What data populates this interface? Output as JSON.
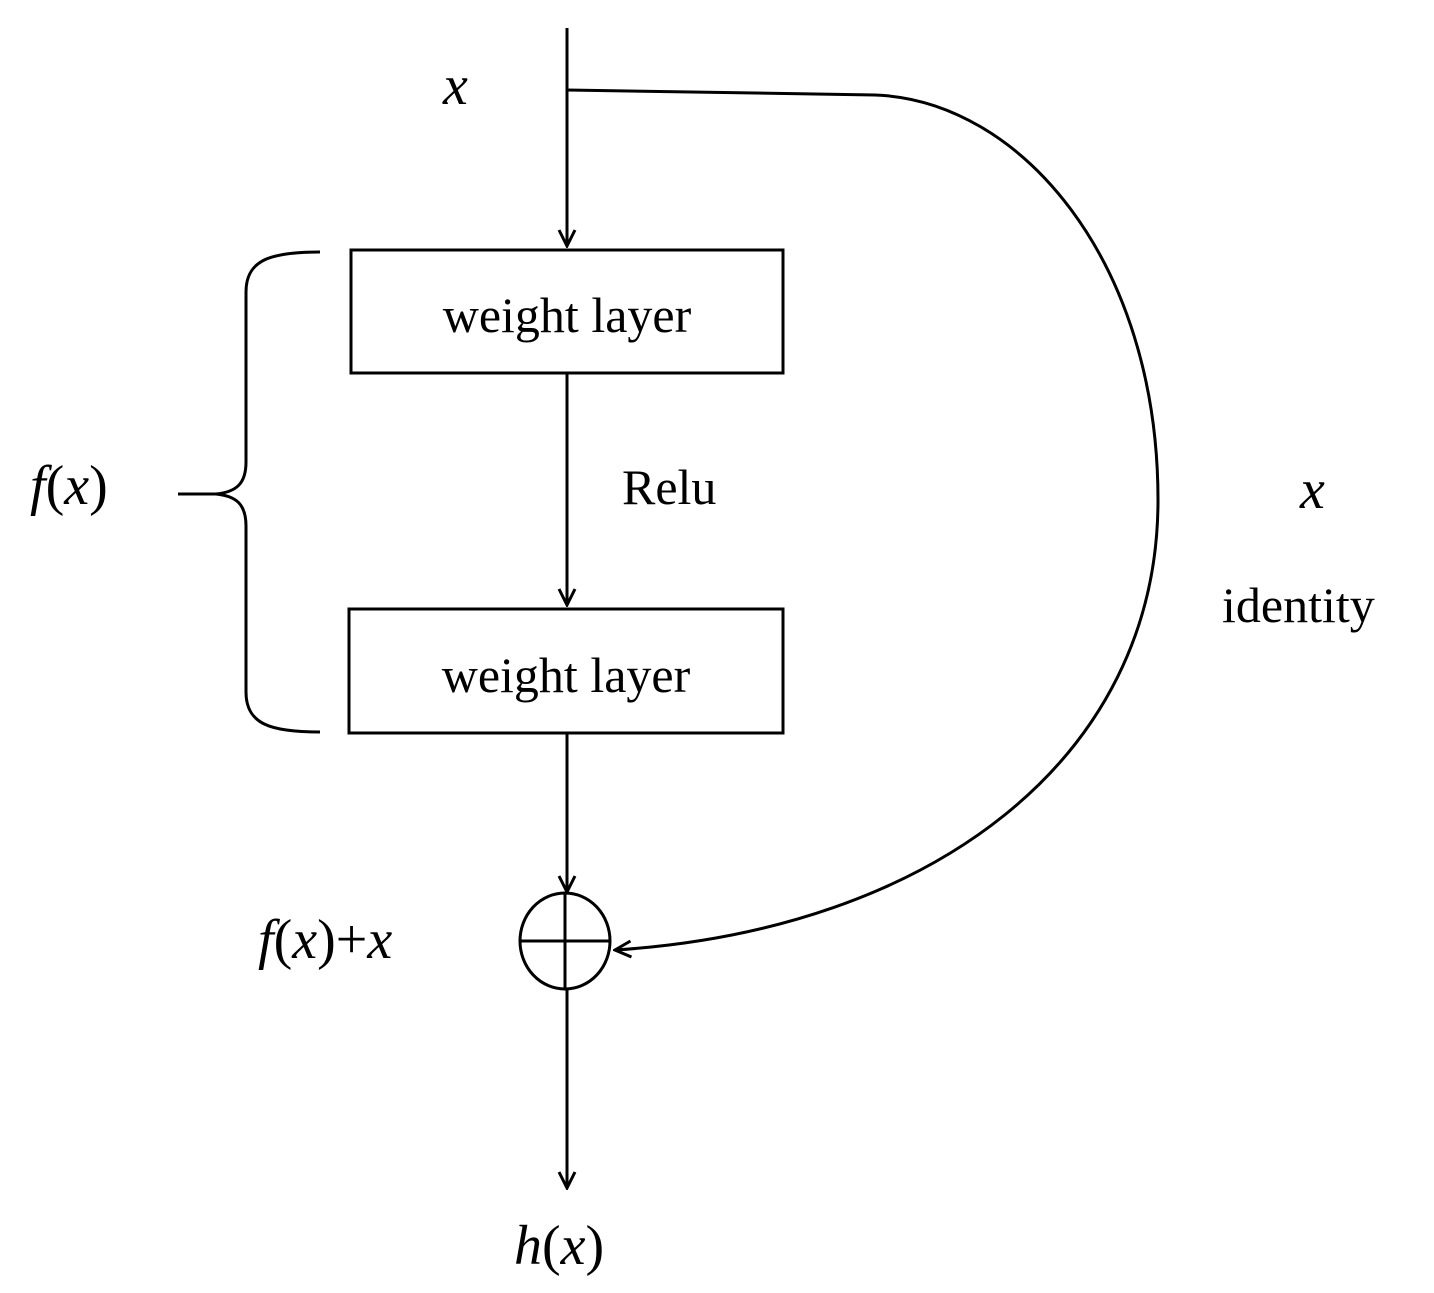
{
  "input_label": "x",
  "layer1_label": "weight layer",
  "activation_label": "Relu",
  "layer2_label": "weight layer",
  "residual_fn": {
    "func": "f",
    "open": "(",
    "var": "x",
    "close": ")"
  },
  "identity_var": "x",
  "identity_label": "identity",
  "sum_label": {
    "func": "f",
    "open": "(",
    "var": "x",
    "close": ")",
    "plus": "+",
    "var2": "x"
  },
  "output_label": {
    "func": "h",
    "open": "(",
    "var": "x",
    "close": ")"
  }
}
